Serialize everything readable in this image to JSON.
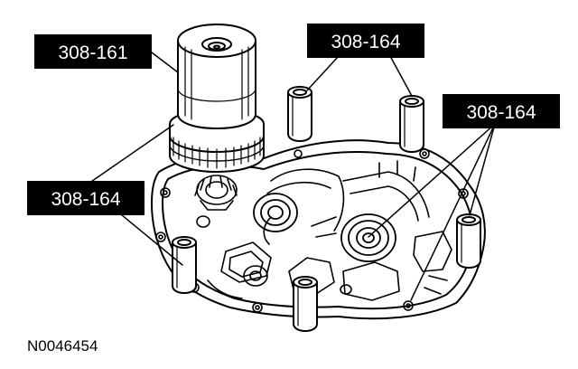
{
  "callouts": {
    "tool_main": "308-161",
    "pins_top": "308-164",
    "pins_right": "308-164",
    "pins_left": "308-164"
  },
  "figure_id": "N0046454",
  "colors": {
    "ink": "#000000",
    "paper": "#ffffff",
    "label_bg": "#000000",
    "label_text": "#ffffff"
  }
}
